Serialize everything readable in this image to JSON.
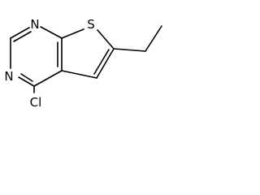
{
  "molecule": {
    "atoms": {
      "n1": "N",
      "n3": "N",
      "s": "S",
      "cl": "Cl"
    }
  }
}
